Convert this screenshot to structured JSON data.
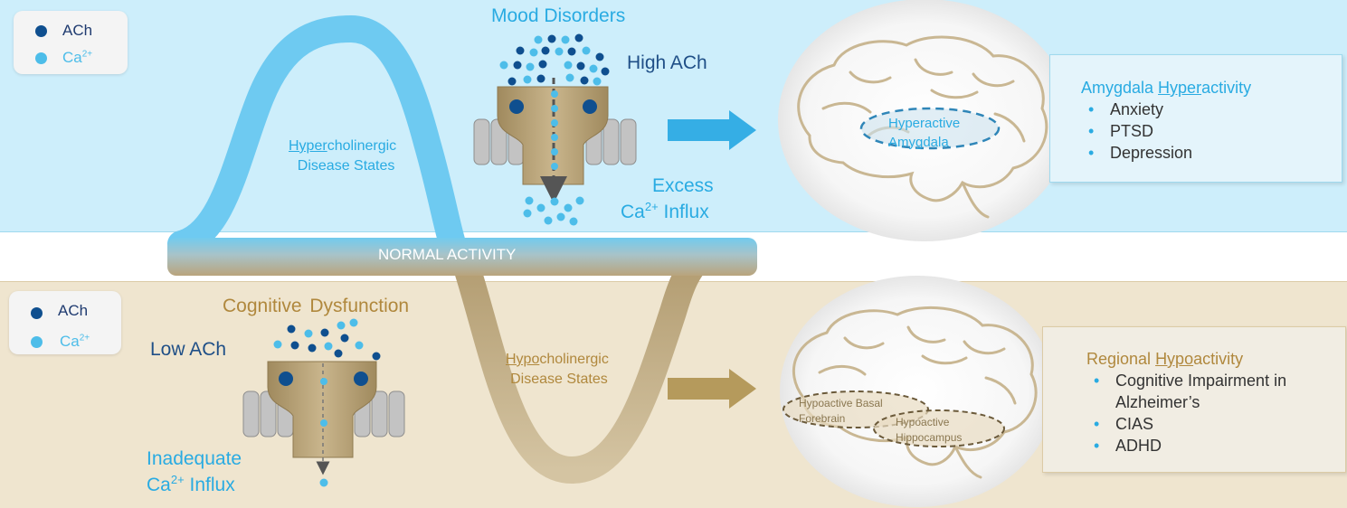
{
  "legend_top": {
    "ach_label": "ACh",
    "ca_label_base": "Ca",
    "ca_label_sup": "2+"
  },
  "legend_bottom": {
    "ach_label": "ACh",
    "ca_label_base": "Ca",
    "ca_label_sup": "2+"
  },
  "top": {
    "title": "Mood Disorders",
    "high_ach": "High ACh",
    "excess_line1": "Excess",
    "excess_line2_base": "Ca",
    "excess_line2_sup": "2+",
    "excess_line2_tail": " Influx",
    "curve_label_underlined": "Hyper",
    "curve_label_rest": "cholinergic",
    "curve_label_line2": "Disease States",
    "brain_label_line1": "Hyperactive",
    "brain_label_line2": "Amygdala",
    "box_title_pre": "Amygdala ",
    "box_title_underlined": "Hyper",
    "box_title_post": "activity",
    "box_items": [
      "Anxiety",
      "PTSD",
      "Depression"
    ]
  },
  "normal_activity": "NORMAL ACTIVITY",
  "bottom": {
    "title": "Cognitive Dysfunction",
    "low_ach": "Low ACh",
    "inadequate_line1": "Inadequate",
    "inadequate_line2_base": "Ca",
    "inadequate_line2_sup": "2+",
    "inadequate_line2_tail": " Influx",
    "curve_label_underlined": "Hypo",
    "curve_label_rest": "cholinergic",
    "curve_label_line2": "Disease States",
    "basal_label_line1": "Hypoactive  Basal",
    "basal_label_line2": "Forebrain",
    "hippo_label_line1": "Hypoactive",
    "hippo_label_line2": "Hippocampus",
    "box_title_pre": "Regional ",
    "box_title_underlined": "Hypo",
    "box_title_post": "activity",
    "box_items": [
      "Cognitive Impairment in Alzheimer’s",
      "CIAS",
      "ADHD"
    ]
  },
  "colors": {
    "top_band": "#cdeefb",
    "bottom_band": "#efe5cf",
    "ach_dark_blue": "#0f4f8f",
    "ca_light_blue": "#4dbde9",
    "hyper_curve": "#6ecaf1",
    "hypo_curve": "#c7b48b",
    "accent_blue_text": "#29abe2",
    "accent_gold_text": "#b0883d",
    "arrow_blue": "#35aee5",
    "arrow_gold": "#b59a5c"
  },
  "icons": [
    "ach-molecule-icon",
    "calcium-ion-icon",
    "ion-channel-icon",
    "brain-icon",
    "right-arrow-icon"
  ]
}
